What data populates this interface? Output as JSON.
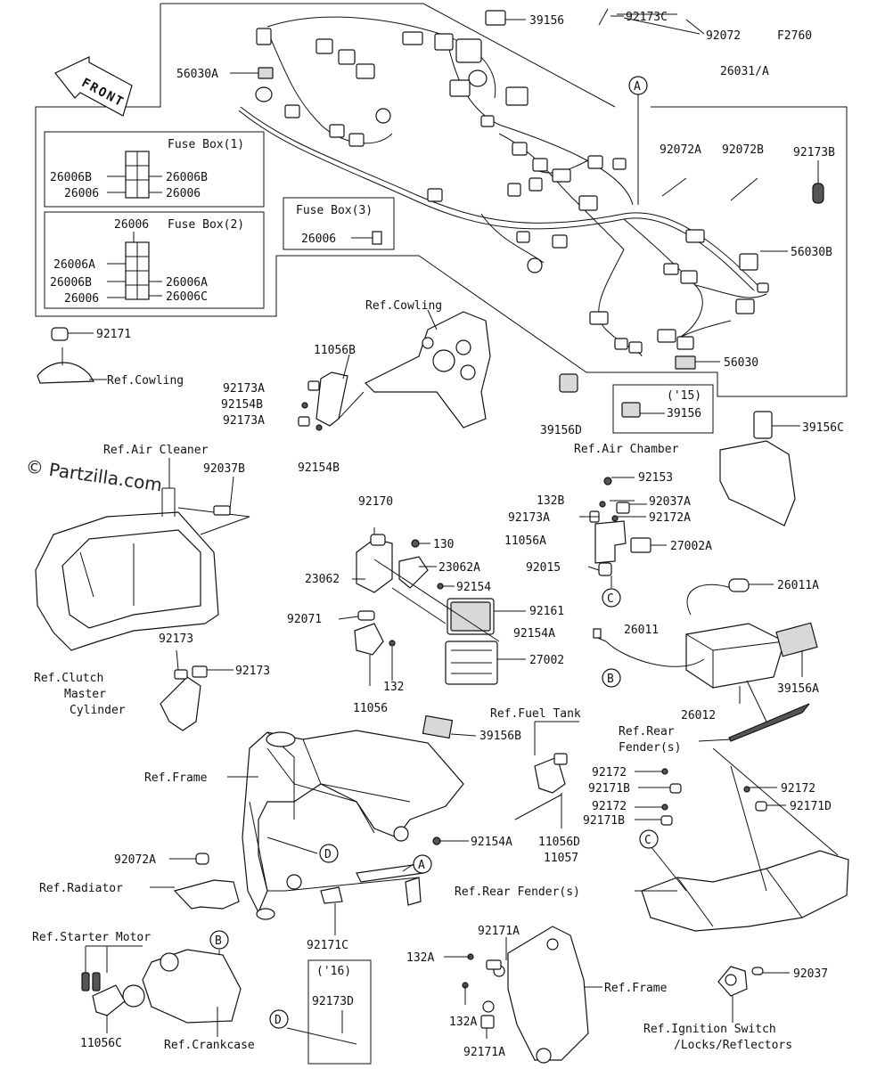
{
  "diagram_code": "F2760",
  "front_label": "FRONT",
  "watermark": "© Partzilla.com",
  "fuse_boxes": {
    "box1": {
      "title": "Fuse Box(1)",
      "left": [
        "26006B",
        "26006"
      ],
      "right": [
        "26006B",
        "26006"
      ]
    },
    "box2": {
      "title": "Fuse Box(2)",
      "top": "26006",
      "left": [
        "26006A",
        "26006B",
        "26006"
      ],
      "right": [
        "26006A",
        "26006C"
      ]
    },
    "box3": {
      "title": "Fuse Box(3)",
      "label": "26006"
    }
  },
  "variant_15": {
    "year": "('15)",
    "part": "39156"
  },
  "variant_16": {
    "year": "('16)",
    "part": "92173D"
  },
  "callouts": [
    "A",
    "B",
    "C",
    "D"
  ],
  "parts": {
    "p39156": "39156",
    "p92173C": "92173C",
    "p92072": "92072",
    "p56030A": "56030A",
    "p26031A": "26031/A",
    "p92072A_top": "92072A",
    "p92072B": "92072B",
    "p92173B": "92173B",
    "p56030B": "56030B",
    "p56030": "56030",
    "p39156D": "39156D",
    "p92171": "92171",
    "ref_cowling_left": "Ref.Cowling",
    "ref_cowling_top": "Ref.Cowling",
    "p11056B": "11056B",
    "p92173A_1": "92173A",
    "p92154B_1": "92154B",
    "p92173A_2": "92173A",
    "p92154B_2": "92154B",
    "ref_air_cleaner": "Ref.Air Cleaner",
    "p92037B": "92037B",
    "ref_air_chamber": "Ref.Air Chamber",
    "p39156C": "39156C",
    "p92170": "92170",
    "p130": "130",
    "p23062A": "23062A",
    "p23062": "23062",
    "p92154": "92154",
    "p92071": "92071",
    "p92161": "92161",
    "p27002": "27002",
    "p132": "132",
    "p11056": "11056",
    "p92153": "92153",
    "p132B": "132B",
    "p92037A": "92037A",
    "p92173A_3": "92173A",
    "p92172A": "92172A",
    "p11056A": "11056A",
    "p27002A": "27002A",
    "p92015": "92015",
    "p26011A": "26011A",
    "p92154A_1": "92154A",
    "p26011": "26011",
    "p26012": "26012",
    "p39156A": "39156A",
    "p92173_1": "92173",
    "p92173_2": "92173",
    "ref_clutch_1": "Ref.Clutch",
    "ref_clutch_2": "Master",
    "ref_clutch_3": "Cylinder",
    "p39156B": "39156B",
    "ref_fuel_tank": "Ref.Fuel Tank",
    "ref_rear_fender_1": "Ref.Rear",
    "ref_rear_fender_2": "Fender(s)",
    "ref_frame_left": "Ref.Frame",
    "p92172_1": "92172",
    "p92171B_1": "92171B",
    "p92172_2": "92172",
    "p92171B_2": "92171B",
    "p92172_3": "92172",
    "p92171D": "92171D",
    "p11056D": "11056D",
    "p11057": "11057",
    "p92154A_2": "92154A",
    "p92072A_low": "92072A",
    "ref_radiator": "Ref.Radiator",
    "ref_rear_fender_long": "Ref.Rear Fender(s)",
    "p92171C": "92171C",
    "ref_starter": "Ref.Starter Motor",
    "p92171A_1": "92171A",
    "p132A_1": "132A",
    "ref_frame_bottom": "Ref.Frame",
    "p92037": "92037",
    "p132A_2": "132A",
    "p92171A_2": "92171A",
    "p11056C": "11056C",
    "ref_crankcase": "Ref.Crankcase",
    "ref_ignition_1": "Ref.Ignition Switch",
    "ref_ignition_2": "/Locks/Reflectors"
  }
}
